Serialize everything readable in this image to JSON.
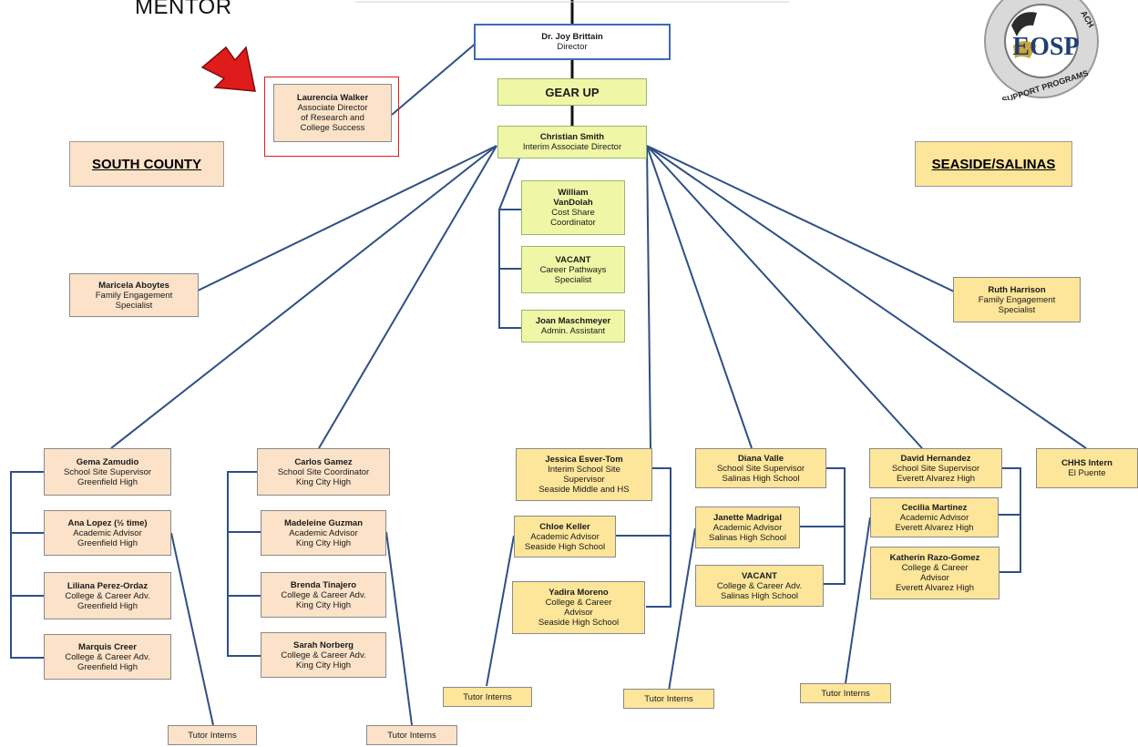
{
  "annotation": {
    "label": "MENTOR"
  },
  "logo": {
    "text": "EOSP",
    "arc_bottom": "SUPPORT PROGRAMS",
    "arc_top": "ACH"
  },
  "regions": {
    "south": "SOUTH COUNTY",
    "seaside": "SEASIDE/SALINAS"
  },
  "top": {
    "director": {
      "name": "Dr. Joy Brittain",
      "title": "Director"
    },
    "gear_up": "GEAR UP",
    "mentor_box": {
      "name": "Laurencia Walker",
      "l1": "Associate Director",
      "l2": "of Research and",
      "l3": "College Success"
    },
    "christian": {
      "name": "Christian Smith",
      "title": "Interim Associate Director"
    }
  },
  "center": {
    "william": {
      "n1": "William",
      "n2": "VanDolah",
      "t1": "Cost Share",
      "t2": "Coordinator"
    },
    "vacant_cp": {
      "name": "VACANT",
      "t1": "Career Pathways",
      "t2": "Specialist"
    },
    "joan": {
      "name": "Joan Maschmeyer",
      "title": "Admin. Assistant"
    }
  },
  "family": {
    "maricela": {
      "name": "Maricela Aboytes",
      "t1": "Family Engagement",
      "t2": "Specialist"
    },
    "ruth": {
      "name": "Ruth Harrison",
      "t1": "Family Engagement",
      "t2": "Specialist"
    }
  },
  "greenfield": [
    {
      "name": "Gema Zamudio",
      "t1": "School Site Supervisor",
      "t2": "Greenfield High"
    },
    {
      "name": "Ana Lopez (½ time)",
      "t1": "Academic Advisor",
      "t2": "Greenfield High"
    },
    {
      "name": "Liliana Perez-Ordaz",
      "t1": "College & Career Adv.",
      "t2": "Greenfield High"
    },
    {
      "name": "Marquis Creer",
      "t1": "College & Career Adv.",
      "t2": "Greenfield High"
    }
  ],
  "kingcity": [
    {
      "name": "Carlos Gamez",
      "t1": "School Site Coordinator",
      "t2": "King City High"
    },
    {
      "name": "Madeleine Guzman",
      "t1": "Academic Advisor",
      "t2": "King City High"
    },
    {
      "name": "Brenda Tinajero",
      "t1": "College & Career Adv.",
      "t2": "King City High"
    },
    {
      "name": "Sarah Norberg",
      "t1": "College & Career Adv.",
      "t2": "King City High"
    }
  ],
  "seaside": [
    {
      "name": "Jessica Esver-Tom",
      "t1": "Interim School Site",
      "t2": "Supervisor",
      "t3": "Seaside Middle and HS"
    },
    {
      "name": "Chloe Keller",
      "t1": "Academic Advisor",
      "t2": "Seaside High School"
    },
    {
      "name": "Yadira Moreno",
      "t1": "College & Career",
      "t2": "Advisor",
      "t3": "Seaside High School"
    }
  ],
  "salinas": [
    {
      "name": "Diana Valle",
      "t1": "School Site Supervisor",
      "t2": "Salinas High School"
    },
    {
      "name": "Janette Madrigal",
      "t1": "Academic Advisor",
      "t2": "Salinas High School"
    },
    {
      "name": "VACANT",
      "t1": "College & Career Adv.",
      "t2": "Salinas High School"
    }
  ],
  "everett": [
    {
      "name": "David Hernandez",
      "t1": "School Site Supervisor",
      "t2": "Everett Alvarez High"
    },
    {
      "name": "Cecilia Martinez",
      "t1": "Academic Advisor",
      "t2": "Everett Alvarez High"
    },
    {
      "name": "Katherin Razo-Gomez",
      "t1": "College & Career",
      "t2": "Advisor",
      "t3": "Everett Alvarez High"
    }
  ],
  "intern": {
    "name": "CHHS Intern",
    "t1": "El Puente"
  },
  "tutors": {
    "greenfield": "Tutor Interns",
    "kingcity": "Tutor Interns",
    "seaside": "Tutor Interns",
    "salinas": "Tutor Interns",
    "everett": "Tutor Interns"
  },
  "colors": {
    "line": "#2f4f86",
    "peach": "#fbe2c8",
    "yellow": "#fde59a",
    "green": "#eff7a6",
    "red": "#e01b1b"
  }
}
